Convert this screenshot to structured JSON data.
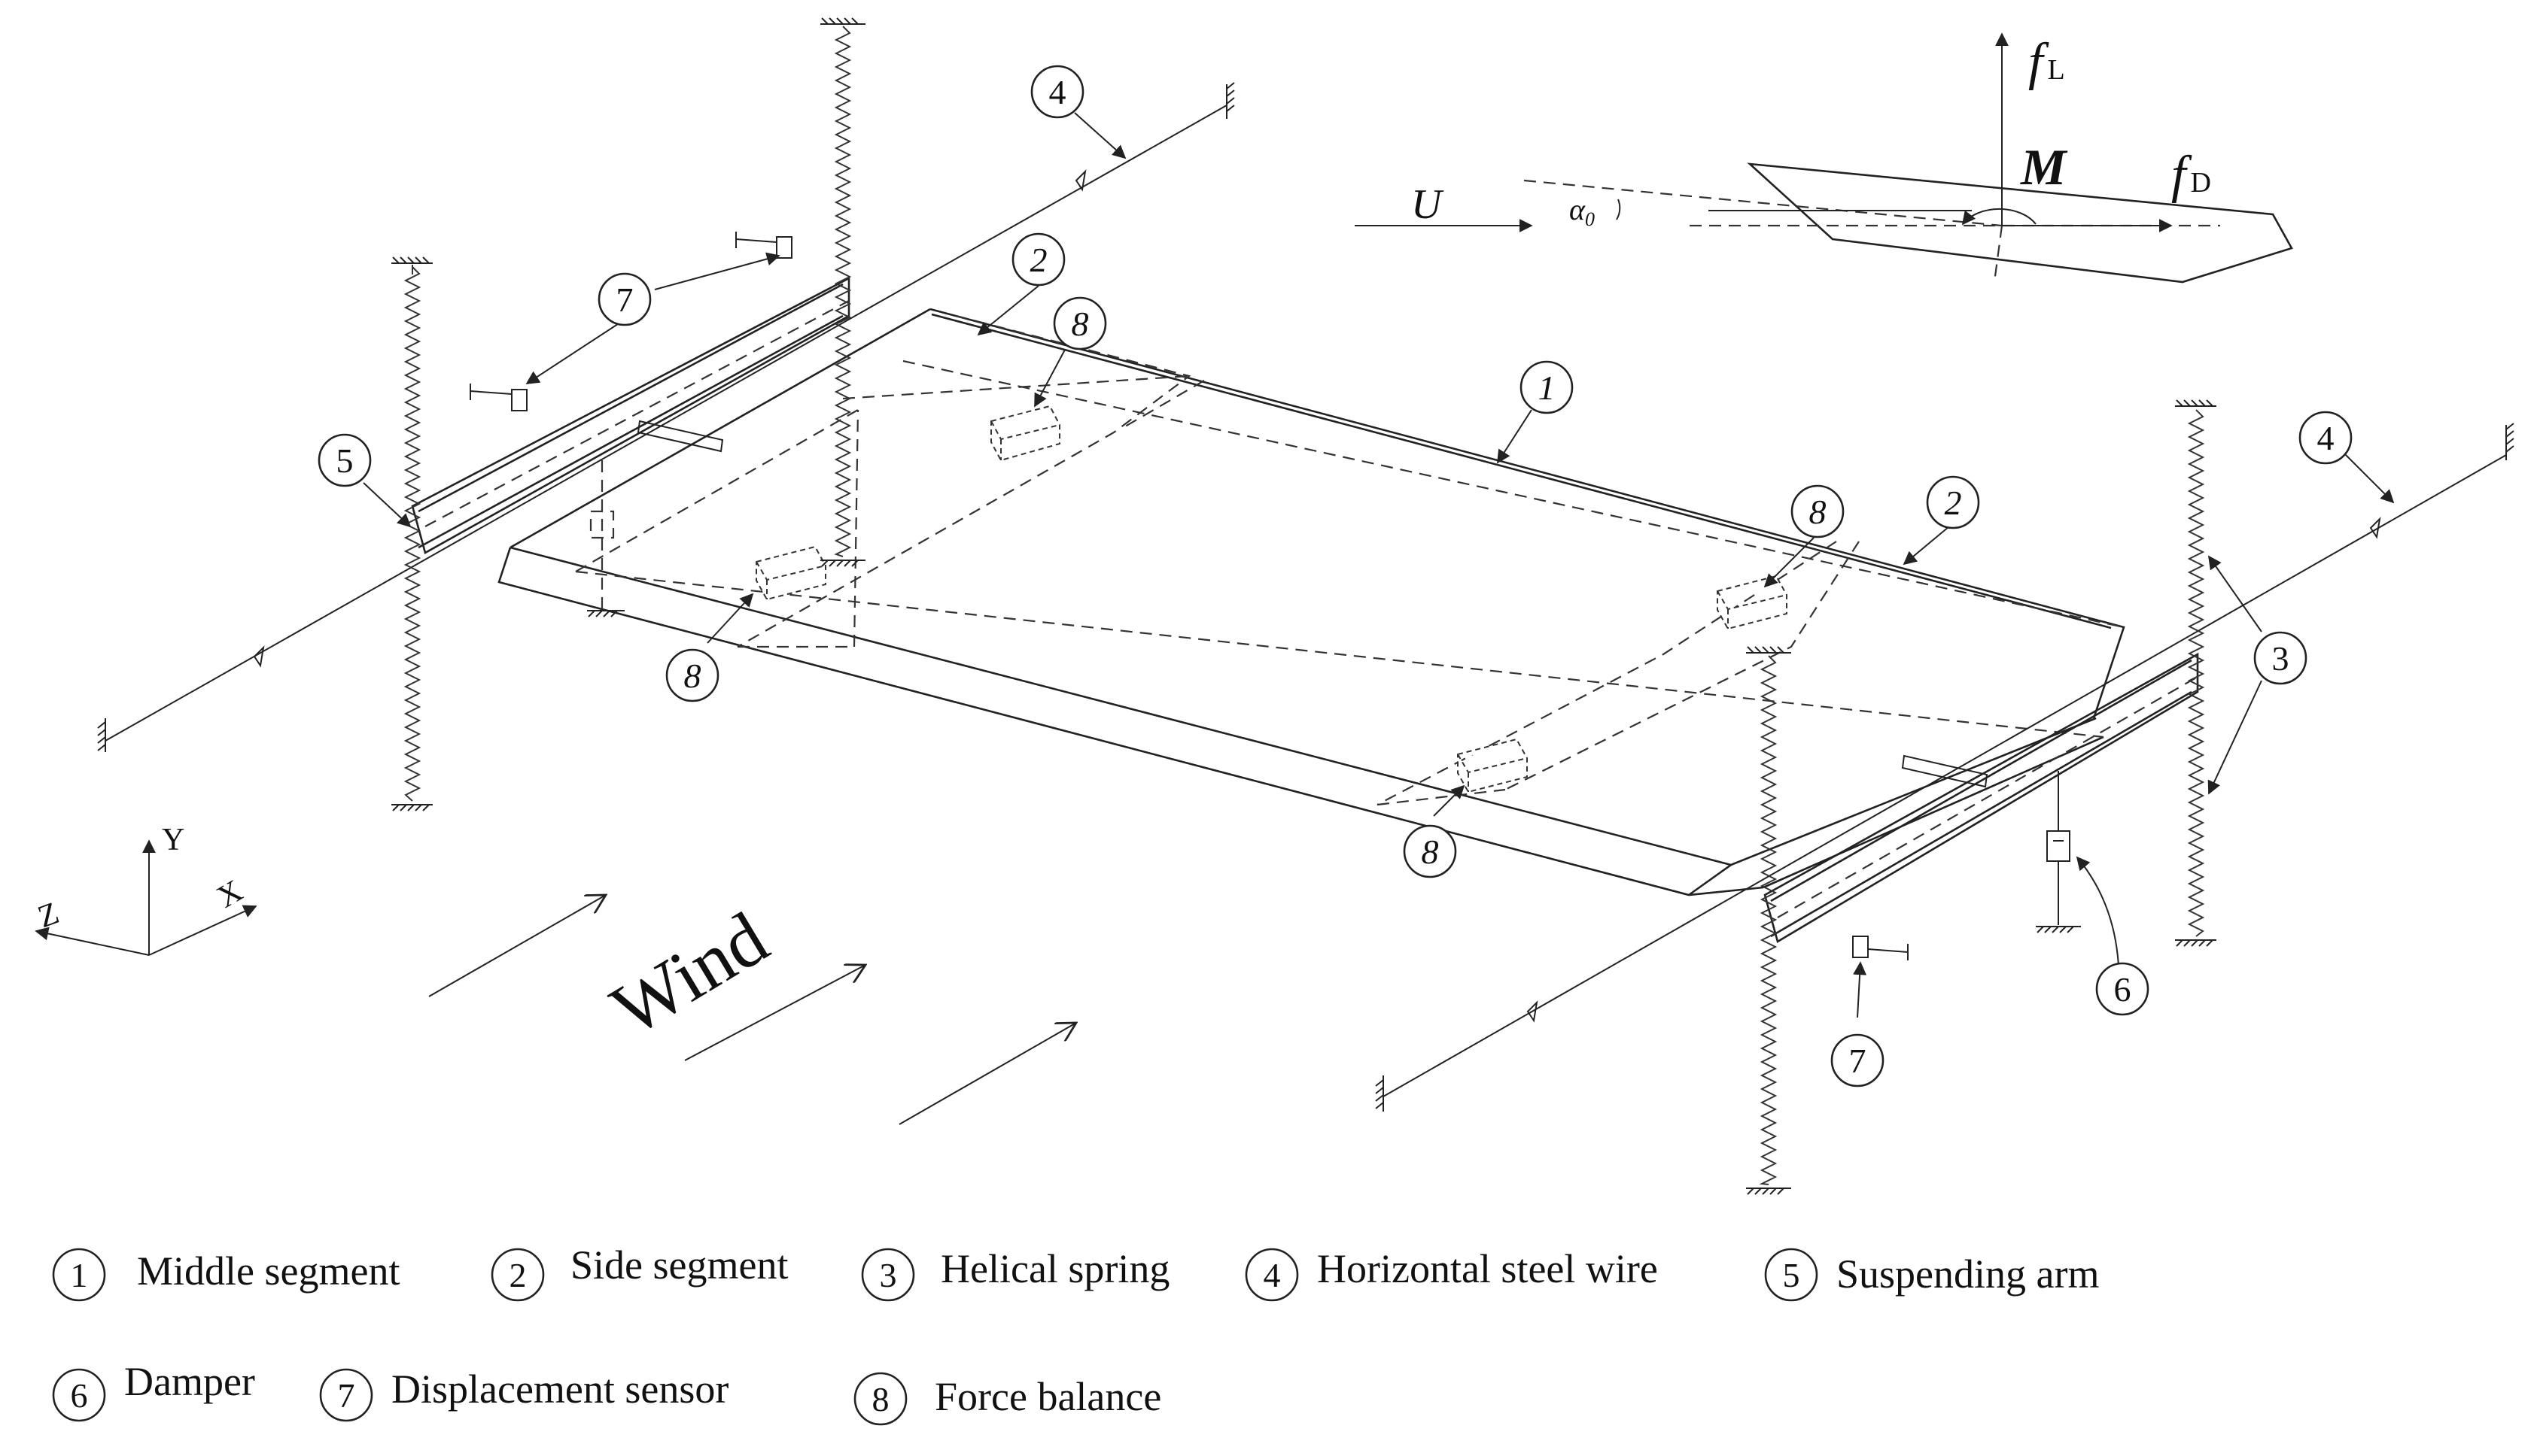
{
  "figure": {
    "axes": {
      "y": "Y",
      "x": "X",
      "z": "Z"
    },
    "flow": {
      "wind": "Wind",
      "velocity": "U",
      "alpha": "α",
      "alpha_sub": "0"
    },
    "forces": {
      "lift": "f",
      "lift_sub": "L",
      "drag": "f",
      "drag_sub": "D",
      "moment": "M"
    },
    "callouts": [
      "1",
      "2",
      "3",
      "4",
      "5",
      "6",
      "7",
      "8"
    ]
  },
  "legend": [
    {
      "num": "1",
      "label": "Middle segment"
    },
    {
      "num": "2",
      "label": "Side segment"
    },
    {
      "num": "3",
      "label": "Helical spring"
    },
    {
      "num": "4",
      "label": "Horizontal steel wire"
    },
    {
      "num": "5",
      "label": "Suspending arm"
    },
    {
      "num": "6",
      "label": "Damper"
    },
    {
      "num": "7",
      "label": "Displacement sensor"
    },
    {
      "num": "8",
      "label": "Force balance"
    }
  ],
  "colors": {
    "ink": "#222222",
    "background": "#ffffff"
  }
}
